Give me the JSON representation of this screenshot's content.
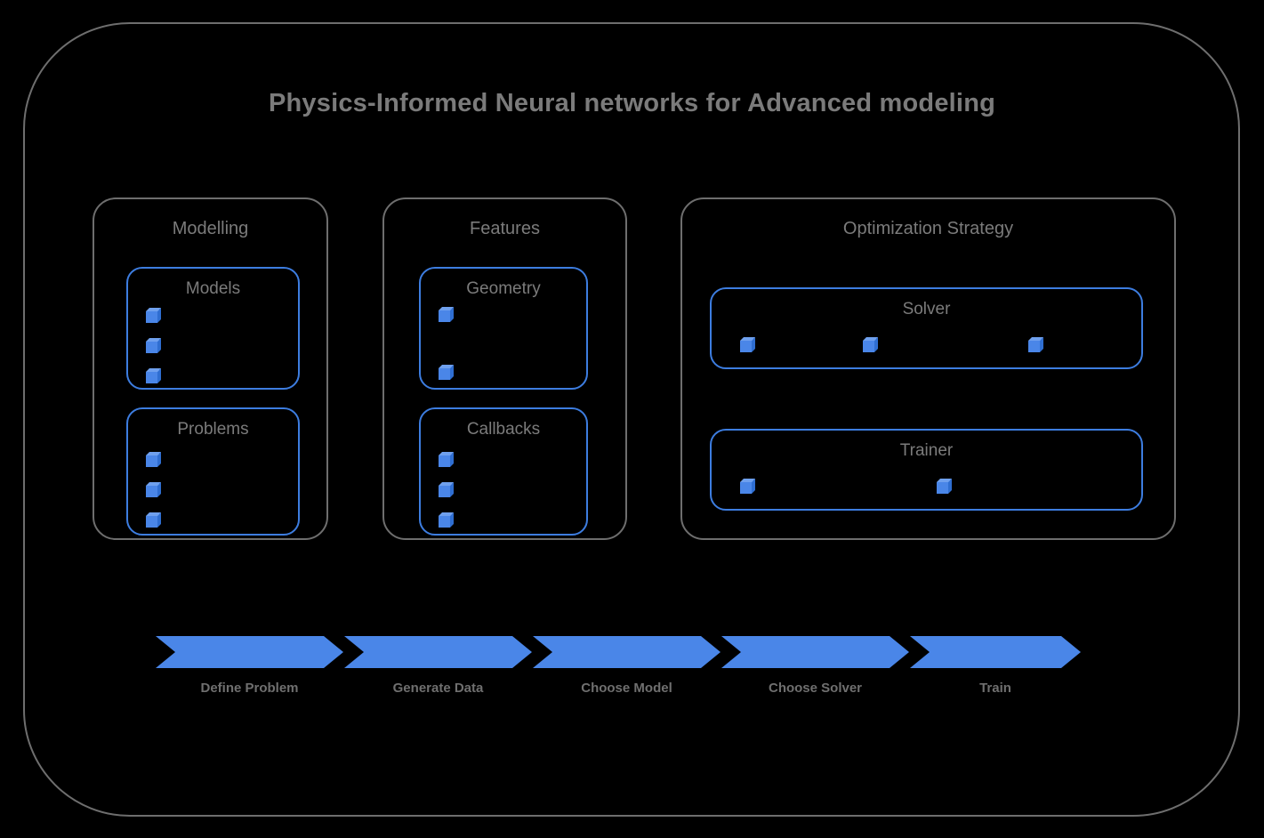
{
  "diagram": {
    "title": "Physics-Informed Neural networks for Advanced modeling",
    "colors": {
      "background": "#000000",
      "frame_border": "#6e6e6e",
      "card_border": "#3d7de0",
      "accent_blue": "#4a86e8",
      "text_gray": "#7b7b7b",
      "label_gray": "#6f6f6f"
    }
  },
  "groups": [
    {
      "name": "modelling",
      "title": "Modelling",
      "cards": [
        {
          "name": "models",
          "title": "Models",
          "bullet_count": 3
        },
        {
          "name": "problems",
          "title": "Problems",
          "bullet_count": 3
        }
      ]
    },
    {
      "name": "features",
      "title": "Features",
      "cards": [
        {
          "name": "geometry",
          "title": "Geometry",
          "bullet_count": 2
        },
        {
          "name": "callbacks",
          "title": "Callbacks",
          "bullet_count": 3
        }
      ]
    },
    {
      "name": "optimization-strategy",
      "title": "Optimization Strategy",
      "cards": [
        {
          "name": "solver",
          "title": "Solver",
          "bullet_count": 3
        },
        {
          "name": "trainer",
          "title": "Trainer",
          "bullet_count": 2
        }
      ]
    }
  ],
  "pipeline": {
    "steps": [
      {
        "label": "Define Problem"
      },
      {
        "label": "Generate Data"
      },
      {
        "label": "Choose Model"
      },
      {
        "label": "Choose Solver"
      },
      {
        "label": "Train"
      }
    ]
  }
}
